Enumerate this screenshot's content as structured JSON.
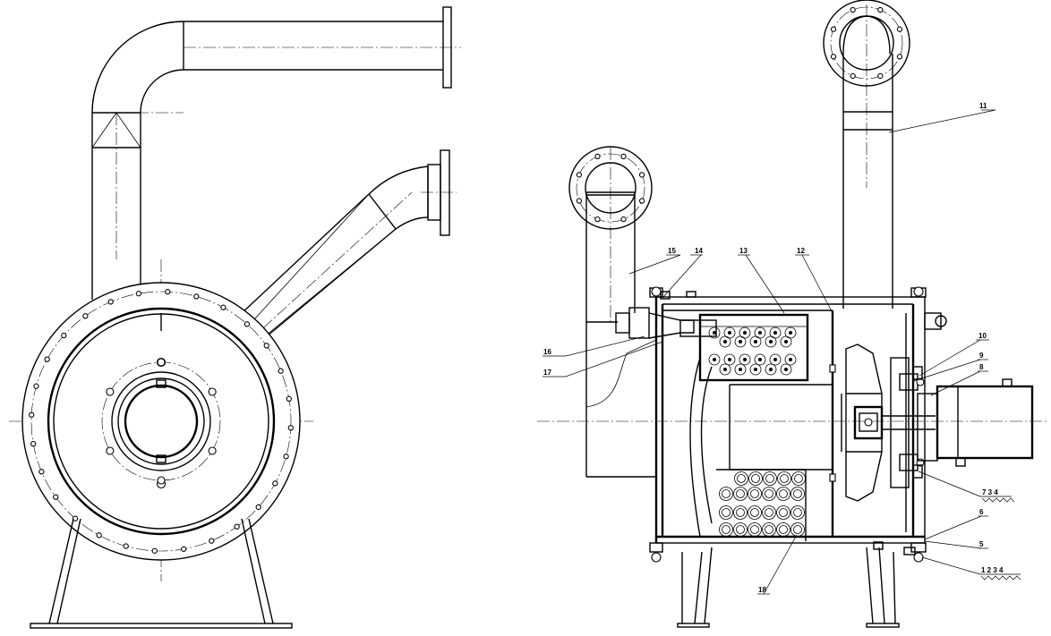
{
  "callouts": [
    {
      "id": "c1",
      "text": "1   2   3   4"
    },
    {
      "id": "c5",
      "text": "5"
    },
    {
      "id": "c6",
      "text": "6"
    },
    {
      "id": "c7",
      "text": "7   3   4"
    },
    {
      "id": "c8",
      "text": "8"
    },
    {
      "id": "c9",
      "text": "9"
    },
    {
      "id": "c10",
      "text": "10"
    },
    {
      "id": "c11",
      "text": "11"
    },
    {
      "id": "c12",
      "text": "12"
    },
    {
      "id": "c13",
      "text": "13"
    },
    {
      "id": "c14",
      "text": "14"
    },
    {
      "id": "c15",
      "text": "15"
    },
    {
      "id": "c16",
      "text": "16"
    },
    {
      "id": "c17",
      "text": "17"
    },
    {
      "id": "c18",
      "text": "18"
    }
  ]
}
